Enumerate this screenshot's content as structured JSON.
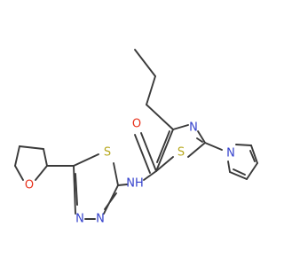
{
  "molecule": {
    "atoms": [
      {
        "id": "o-thf",
        "label": "O",
        "color": "#e8321c"
      },
      {
        "id": "n-3",
        "label": "N",
        "color": "#3340cc"
      },
      {
        "id": "n-4",
        "label": "N",
        "color": "#3340cc"
      },
      {
        "id": "s-tdz",
        "label": "S",
        "color": "#b7a81d"
      },
      {
        "id": "nh-amide",
        "label": "NH",
        "color": "#3340cc"
      },
      {
        "id": "o-carbonyl",
        "label": "O",
        "color": "#e8321c"
      },
      {
        "id": "s-thz",
        "label": "S",
        "color": "#b7a81d"
      },
      {
        "id": "n-thz",
        "label": "N",
        "color": "#3340cc"
      },
      {
        "id": "n-pyrrole",
        "label": "N",
        "color": "#3340cc"
      }
    ],
    "colors": {
      "bond": "#3a3a3a",
      "oxygen": "#e8321c",
      "nitrogen": "#3340cc",
      "sulfur": "#b7a81d"
    }
  }
}
